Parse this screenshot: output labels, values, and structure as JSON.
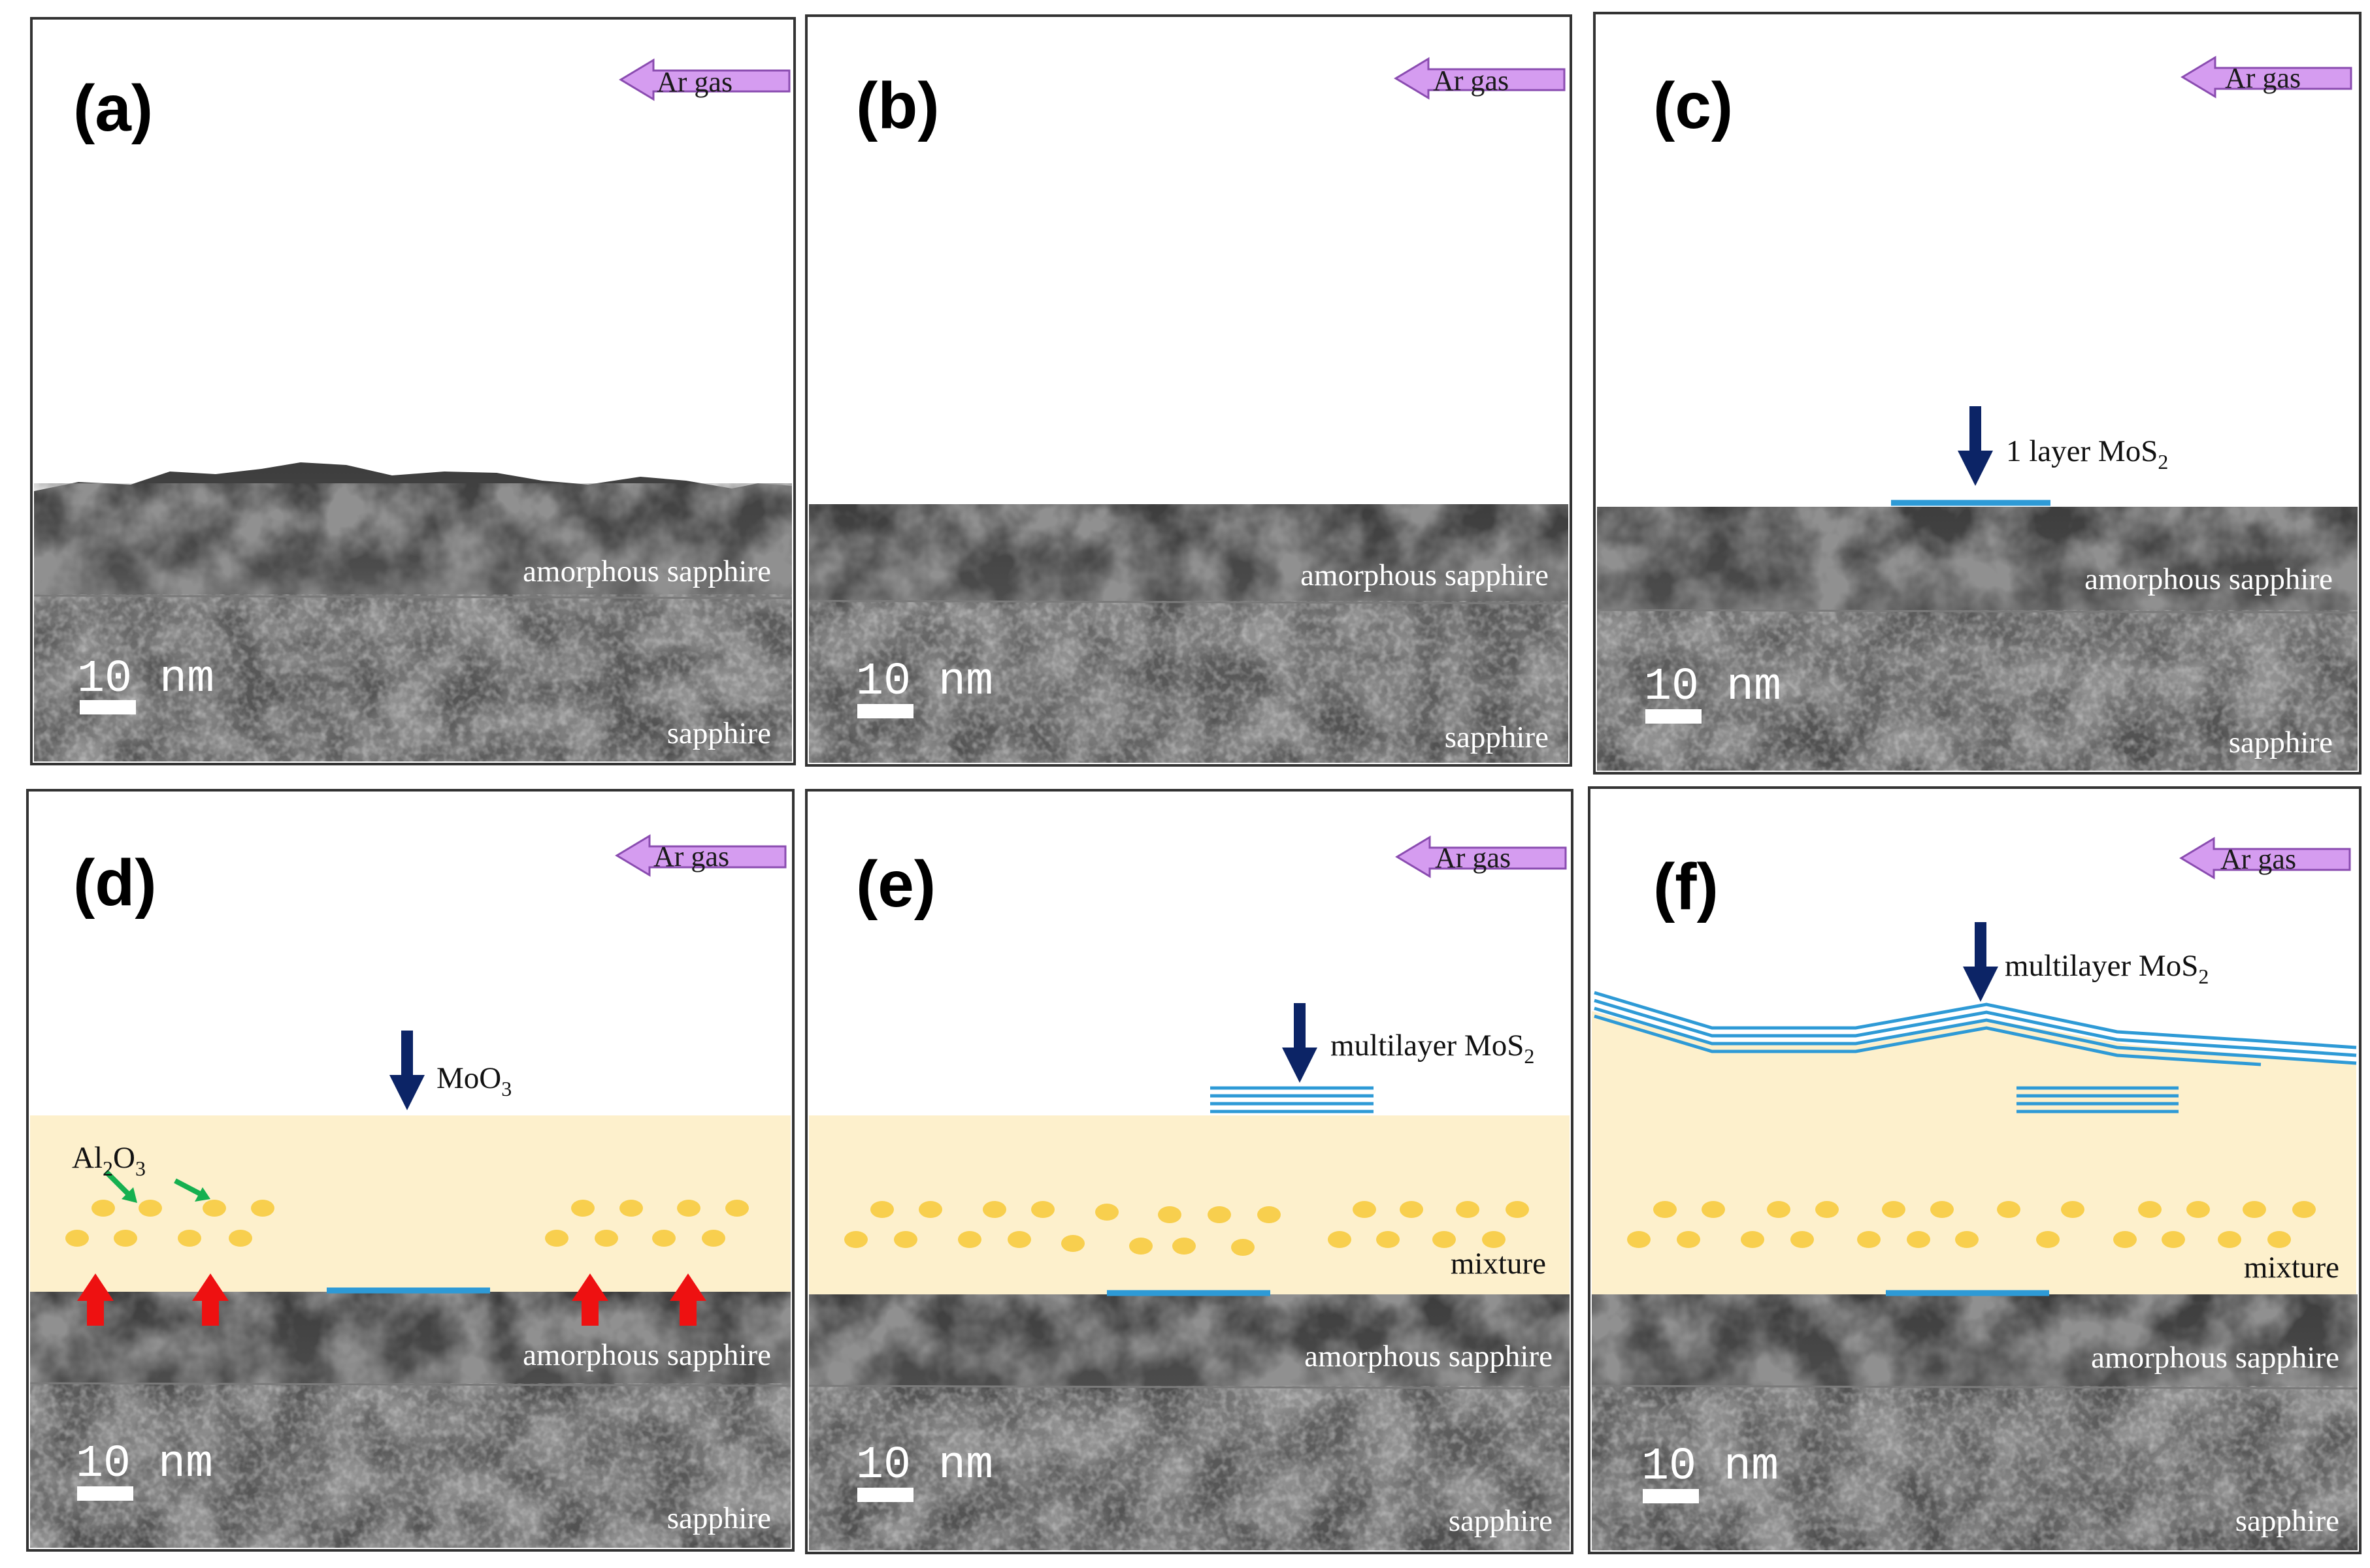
{
  "figure": {
    "flow_label": "Ar gas",
    "scale_bar": "10 nm",
    "layers": {
      "amorphous": "amorphous sapphire",
      "substrate": "sapphire",
      "mixture": "mixture"
    },
    "colors": {
      "frame": "#333333",
      "tem_dark": "#3e3e3e",
      "tem_mid": "#5a5a5a",
      "mixture_fill": "#fdf0cc",
      "particle": "#f8cf4e",
      "mos2": "#2e9ad6",
      "arrow_dark": "#0c2466",
      "arrow_red": "#ee1111",
      "arrow_green": "#16b050",
      "ar_arrow": "#d59cf0"
    },
    "panels": [
      {
        "label": "(a)"
      },
      {
        "label": "(b)"
      },
      {
        "label": "(c)",
        "note_main": "1 layer MoS",
        "note_sub": "2"
      },
      {
        "label": "(d)",
        "note_main": "MoO",
        "note_sub": "3",
        "note2_main": "Al",
        "note2_sub1": "2",
        "note2_mid": "O",
        "note2_sub2": "3"
      },
      {
        "label": "(e)",
        "note_main": "multilayer MoS",
        "note_sub": "2"
      },
      {
        "label": "(f)",
        "note_main": "multilayer MoS",
        "note_sub": "2"
      }
    ]
  }
}
